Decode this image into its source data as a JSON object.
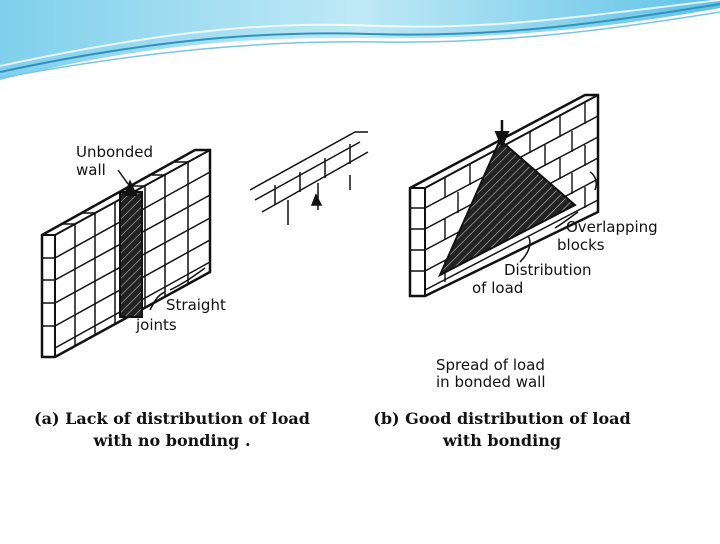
{
  "diagram_a": {
    "label_unbonded_1": "Unbonded",
    "label_unbonded_2": "wall",
    "label_straight_1": "Straight",
    "label_straight_2": "joints"
  },
  "diagram_b": {
    "label_overlap_1": "Overlapping",
    "label_overlap_2": "blocks",
    "label_dist_1": "Distribution",
    "label_dist_2": "of load",
    "label_spread_1": "Spread of load",
    "label_spread_2": "in bonded wall"
  },
  "captions": {
    "a_line1": "(a) Lack of distribution of  load",
    "a_line2": "with no bonding .",
    "b_line1": "(b) Good distribution of load",
    "b_line2": "with bonding"
  },
  "colors": {
    "banner": "#9fd9ee",
    "banner_dark": "#3aa6cf",
    "ink": "#111111"
  }
}
